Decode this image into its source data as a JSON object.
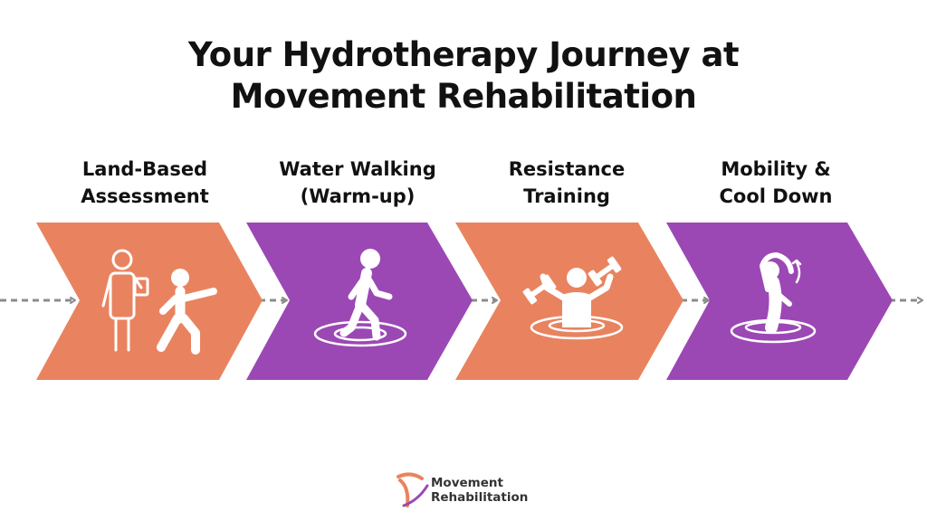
{
  "title": {
    "line1": "Your Hydrotherapy Journey at",
    "line2": "Movement Rehabilitation"
  },
  "steps": [
    {
      "line1": "Land-Based",
      "line2": "Assessment",
      "color": "#E9835F",
      "icon": "therapist-patient-icon"
    },
    {
      "line1": "Water Walking",
      "line2": "(Warm-up)",
      "color": "#9B48B5",
      "icon": "walking-in-water-icon"
    },
    {
      "line1": "Resistance",
      "line2": "Training",
      "color": "#E9835F",
      "icon": "dumbbells-in-water-icon"
    },
    {
      "line1": "Mobility &",
      "line2": "Cool Down",
      "color": "#9B48B5",
      "icon": "stretching-in-water-icon"
    }
  ],
  "connector_color": "#8C8C8C",
  "logo": {
    "line1": "Movement",
    "line2": "Rehabilitation",
    "icon": "movement-logo-icon"
  }
}
